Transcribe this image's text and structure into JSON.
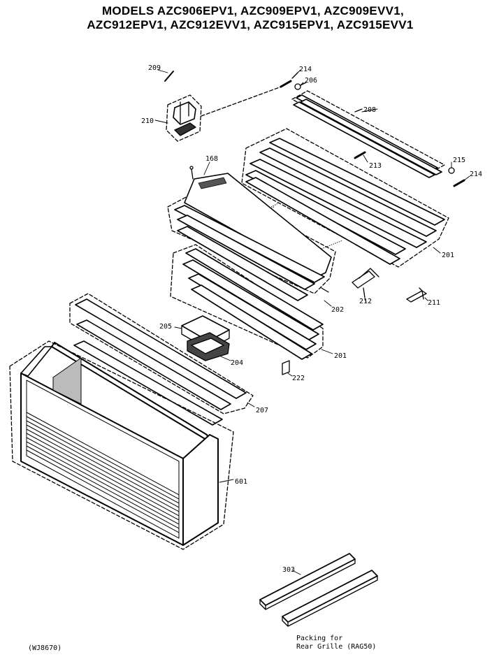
{
  "header": {
    "line1": "MODELS AZC906EPV1, AZC909EPV1, AZC909EVV1,",
    "line2": "AZC912EPV1, AZC912EVV1, AZC915EPV1, AZC915EVV1"
  },
  "parts": {
    "p209": "209",
    "p210": "210",
    "p214a": "214",
    "p206": "206",
    "p208": "208",
    "p168": "168",
    "p215": "215",
    "p213": "213",
    "p214b": "214",
    "p201a": "201",
    "p212": "212",
    "p211": "211",
    "p202": "202",
    "p205": "205",
    "p204": "204",
    "p201b": "201",
    "p222": "222",
    "p207": "207",
    "p601": "601",
    "p303": "303"
  },
  "footer": {
    "drawing_id": "(WJ8670)",
    "packing_line1": "Packing for",
    "packing_line2": "Rear Grille (RAG50)"
  }
}
